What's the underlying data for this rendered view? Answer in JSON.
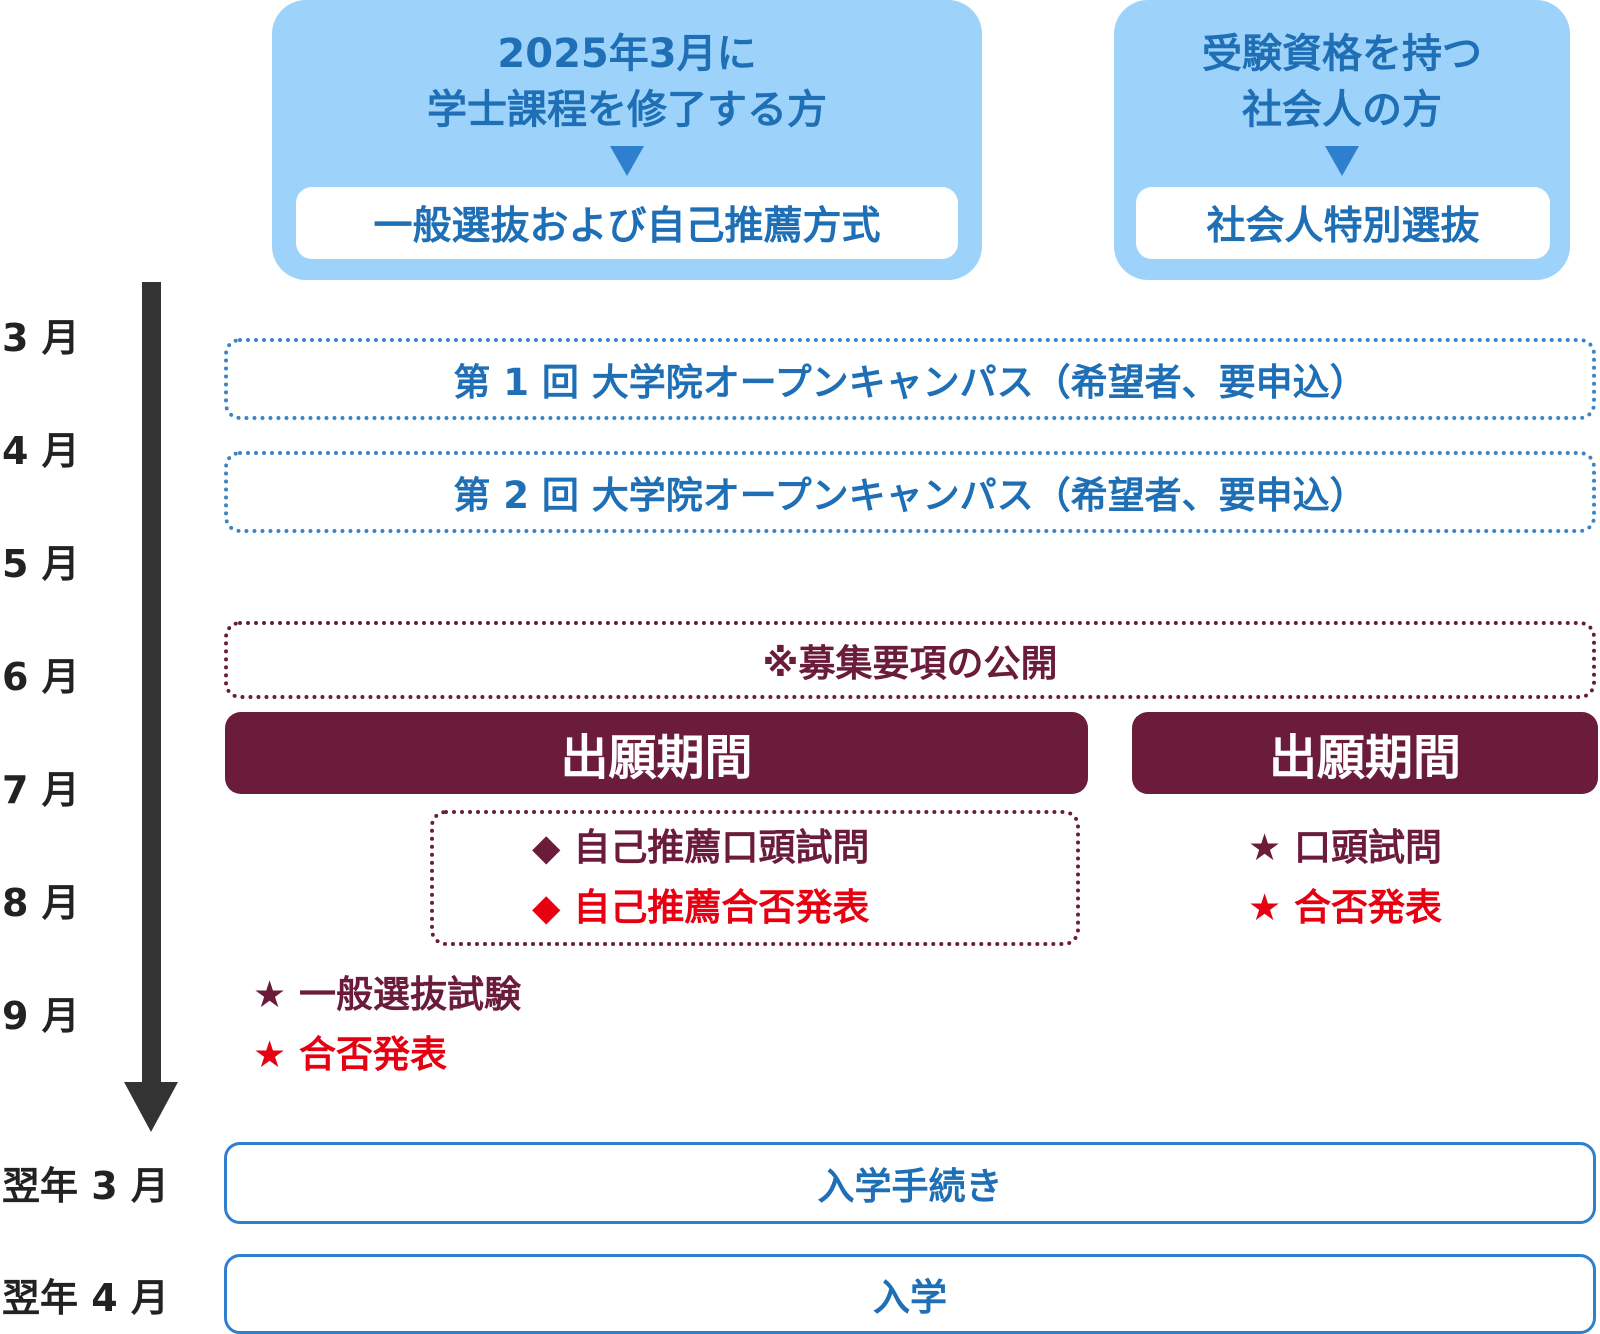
{
  "categories": {
    "graduates": {
      "line1": "2025年3月に",
      "line2": "学士課程を修了する方",
      "method": "一般選抜および自己推薦方式"
    },
    "working_adults": {
      "line1": "受験資格を持つ",
      "line2": "社会人の方",
      "method": "社会人特別選抜"
    }
  },
  "months": [
    "3 月",
    "4 月",
    "5 月",
    "6 月",
    "7 月",
    "8 月",
    "9 月"
  ],
  "next_year_months": [
    "翌年 3 月",
    "翌年 4 月"
  ],
  "events": {
    "open_campus_1": "第 1 回 大学院オープンキャンパス（希望者、要申込）",
    "open_campus_2": "第 2 回 大学院オープンキャンパス（希望者、要申込）",
    "guidelines": "※募集要項の公開",
    "application_period_general": "出願期間",
    "application_period_adult": "出願期間",
    "self_rec_interview": "◆ 自己推薦口頭試問",
    "self_rec_result": "◆ 自己推薦合否発表",
    "adult_interview": "★ 口頭試問",
    "adult_result": "★ 合否発表",
    "general_exam": "★ 一般選抜試験",
    "general_result": "★ 合否発表",
    "enrollment_procedure": "入学手続き",
    "enrollment": "入学"
  },
  "colors": {
    "light_blue": "#9dd3fb",
    "blue_text": "#1e6fb5",
    "maroon": "#6a1c3a",
    "red": "#e60012",
    "arrow": "#333333"
  }
}
